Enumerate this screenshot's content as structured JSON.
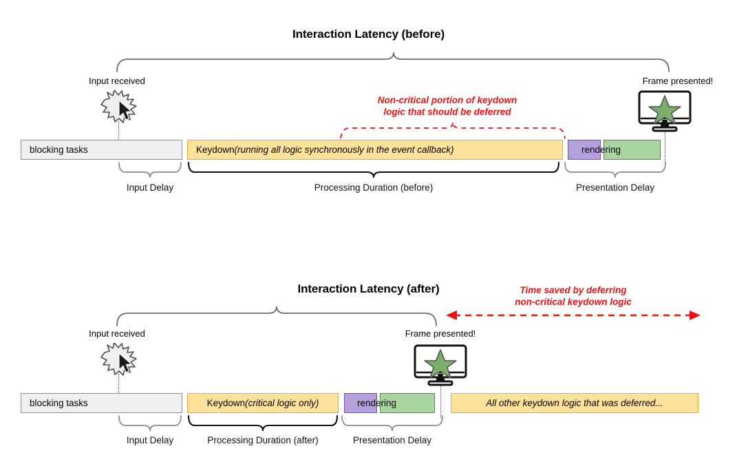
{
  "sections": {
    "before": {
      "title": "Interaction Latency (before)",
      "input_label": "Input received",
      "frame_label": "Frame presented!",
      "red_note_line1": "Non-critical portion of keydown",
      "red_note_line2": "logic that should be deferred",
      "bars": {
        "blocking": "blocking tasks",
        "keydown_main": "Keydown ",
        "keydown_italic": "(running all logic synchronously in the event callback)",
        "rendering": "rendering"
      },
      "phases": {
        "input_delay": "Input Delay",
        "processing": "Processing Duration (before)",
        "presentation": "Presentation Delay"
      }
    },
    "after": {
      "title": "Interaction Latency (after)",
      "input_label": "Input received",
      "frame_label": "Frame presented!",
      "red_note_line1": "Time saved by deferring",
      "red_note_line2": "non-critical keydown logic",
      "bars": {
        "blocking": "blocking tasks",
        "keydown_main": "Keydown ",
        "keydown_italic": "(critical logic only)",
        "rendering": "rendering",
        "deferred": "All other keydown logic that was deferred..."
      },
      "phases": {
        "input_delay": "Input Delay",
        "processing": "Processing Duration (after)",
        "presentation": "Presentation Delay"
      }
    }
  },
  "icons": {
    "starburst": "starburst-icon",
    "cursor": "mouse-cursor-icon",
    "monitor": "monitor-icon",
    "star": "star-icon"
  },
  "colors": {
    "red_accent": "#ee1111",
    "yellow_fill": "#fde29b",
    "yellow_border": "#e9a72c",
    "purple_fill": "#b3a0dd",
    "purple_border": "#6f4fb0",
    "green_fill": "#a8d4a0",
    "green_border": "#4e8d4a",
    "grey_fill": "#efefef",
    "grey_border": "#8c8c8c"
  }
}
